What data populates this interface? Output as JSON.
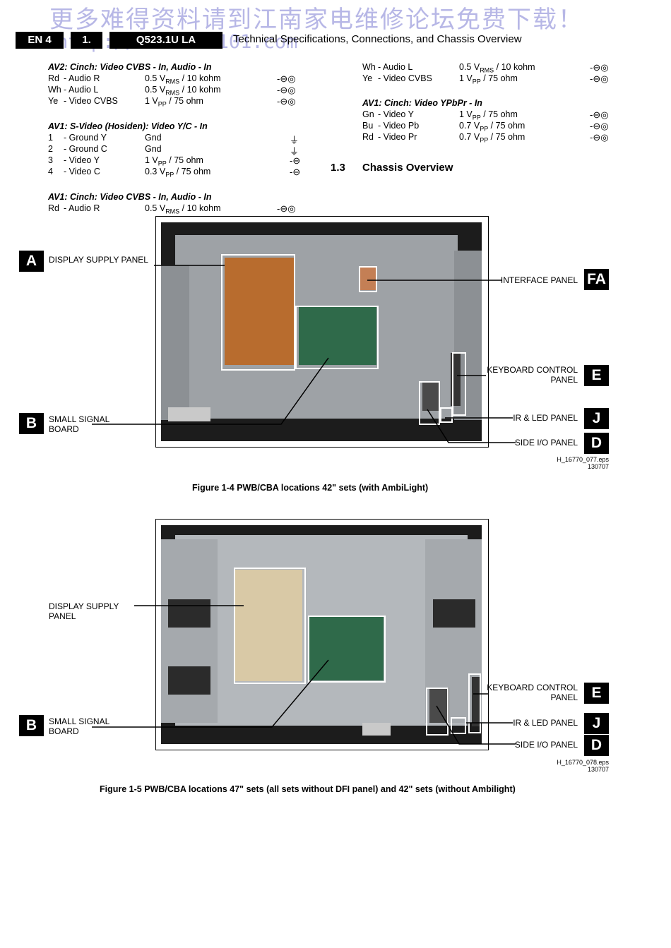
{
  "watermark": {
    "line1": "更多难得资料请到江南家电维修论坛免费下载！",
    "line2": "http://bbs.520101.com"
  },
  "header": {
    "page": "EN 4",
    "chapter": "1.",
    "model": "Q523.1U LA",
    "title": "Technical Specifications, Connections, and Chassis Overview"
  },
  "left_column": {
    "av2": {
      "heading": "AV2: Cinch: Video CVBS - In, Audio - In",
      "rows": [
        {
          "pin": "Rd",
          "name": "- Audio R",
          "val": "0.5 V",
          "sub": "RMS",
          "tail": " / 10 kohm",
          "icon": "-⊖◎"
        },
        {
          "pin": "Wh",
          "name": "- Audio L",
          "val": "0.5 V",
          "sub": "RMS",
          "tail": " / 10 kohm",
          "icon": "-⊖◎"
        },
        {
          "pin": "Ye",
          "name": "- Video CVBS",
          "val": "1 V",
          "sub": "PP",
          "tail": " / 75 ohm",
          "icon": "-⊖◎"
        }
      ]
    },
    "av1_svideo": {
      "heading": "AV1: S-Video (Hosiden): Video Y/C - In",
      "rows": [
        {
          "pin": "1",
          "name": "- Ground Y",
          "val": "Gnd",
          "sub": "",
          "tail": "",
          "icon": "⏚"
        },
        {
          "pin": "2",
          "name": "- Ground C",
          "val": "Gnd",
          "sub": "",
          "tail": "",
          "icon": "⏚"
        },
        {
          "pin": "3",
          "name": "- Video Y",
          "val": "1 V",
          "sub": "PP",
          "tail": " / 75 ohm",
          "icon": "-⊖"
        },
        {
          "pin": "4",
          "name": "- Video C",
          "val": "0.3 V",
          "sub": "PP",
          "tail": " / 75 ohm",
          "icon": "-⊖"
        }
      ]
    },
    "av1_cinch": {
      "heading": "AV1: Cinch: Video CVBS - In, Audio - In",
      "rows": [
        {
          "pin": "Rd",
          "name": "- Audio R",
          "val": "0.5 V",
          "sub": "RMS",
          "tail": " / 10 kohm",
          "icon": "-⊖◎"
        }
      ]
    }
  },
  "right_column": {
    "cont_rows": [
      {
        "pin": "Wh",
        "name": "- Audio L",
        "val": "0.5 V",
        "sub": "RMS",
        "tail": " / 10 kohm",
        "icon": "-⊖◎"
      },
      {
        "pin": "Ye",
        "name": "- Video CVBS",
        "val": "1 V",
        "sub": "PP",
        "tail": " / 75 ohm",
        "icon": "-⊖◎"
      }
    ],
    "ypbpr": {
      "heading": "AV1: Cinch: Video YPbPr - In",
      "rows": [
        {
          "pin": "Gn",
          "name": "- Video Y",
          "val": "1 V",
          "sub": "PP",
          "tail": " / 75 ohm",
          "icon": "-⊖◎"
        },
        {
          "pin": "Bu",
          "name": "- Video Pb",
          "val": "0.7 V",
          "sub": "PP",
          "tail": " / 75 ohm",
          "icon": "-⊖◎"
        },
        {
          "pin": "Rd",
          "name": "- Video Pr",
          "val": "0.7 V",
          "sub": "PP",
          "tail": " / 75 ohm",
          "icon": "-⊖◎"
        }
      ]
    },
    "section_number": "1.3",
    "section_title": "Chassis Overview"
  },
  "figure1": {
    "labels": {
      "display_supply": "DISPLAY SUPPLY PANEL",
      "small_signal": "SMALL SIGNAL\nBOARD",
      "interface": "INTERFACE PANEL",
      "keyboard": "KEYBOARD CONTROL\nPANEL",
      "ir_led": "IR & LED PANEL",
      "side_io": "SIDE I/O PANEL"
    },
    "letters": {
      "a": "A",
      "b": "B",
      "fa": "FA",
      "e": "E",
      "j": "J",
      "d": "D"
    },
    "eps": "H_16770_077.eps\n130707",
    "caption": "Figure 1-4 PWB/CBA locations 42\" sets (with AmbiLight)"
  },
  "figure2": {
    "labels": {
      "display_supply": "DISPLAY SUPPLY\nPANEL",
      "small_signal": "SMALL SIGNAL\nBOARD",
      "keyboard": "KEYBOARD CONTROL\nPANEL",
      "ir_led": "IR & LED PANEL",
      "side_io": "SIDE I/O PANEL"
    },
    "letters": {
      "b": "B",
      "e": "E",
      "j": "J",
      "d": "D"
    },
    "eps": "H_16770_078.eps\n130707",
    "caption": "Figure 1-5 PWB/CBA locations 47\" sets (all sets without DFI panel) and 42\" sets (without Ambilight)"
  }
}
